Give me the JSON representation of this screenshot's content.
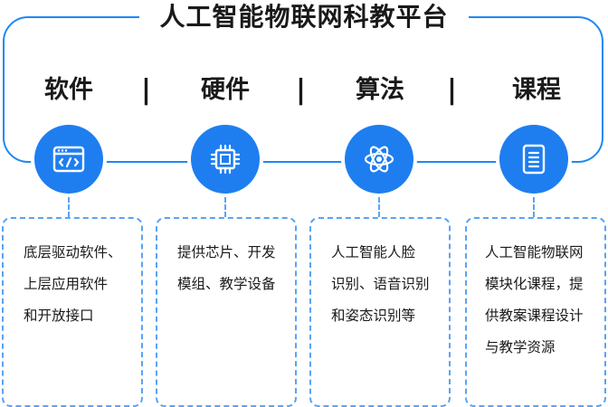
{
  "title": "人工智能物联网科教平台",
  "separator": "|",
  "categories": [
    {
      "label": "软件",
      "icon": "code-window-icon",
      "lines": [
        "底层驱动软件、",
        "上层应用软件",
        "和开放接口"
      ]
    },
    {
      "label": "硬件",
      "icon": "chip-icon",
      "lines": [
        "提供芯片、开发",
        "模组、教学设备"
      ]
    },
    {
      "label": "算法",
      "icon": "atom-brain-icon",
      "lines": [
        "人工智能人脸",
        "识别、语音识别",
        "和姿态识别等"
      ]
    },
    {
      "label": "课程",
      "icon": "document-list-icon",
      "lines": [
        "人工智能物联网",
        "模块化课程，提",
        "供教案课程设计",
        "与教学资源"
      ]
    }
  ],
  "colors": {
    "accent": "#1e7ef0",
    "border": "#1e88f5",
    "dashed": "#5aa3f5"
  }
}
